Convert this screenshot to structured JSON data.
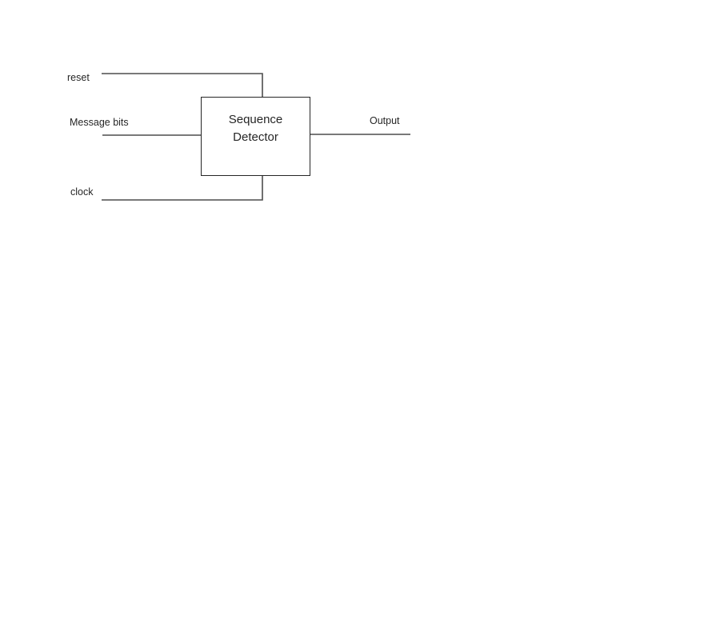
{
  "diagram": {
    "block": {
      "title_line1": "Sequence",
      "title_line2": "Detector"
    },
    "labels": {
      "reset": "reset",
      "message_bits": "Message bits",
      "clock": "clock",
      "output": "Output"
    },
    "colors": {
      "line": "#4d4d4d",
      "border": "#262626",
      "text": "#262626",
      "background": "#ffffff"
    }
  }
}
